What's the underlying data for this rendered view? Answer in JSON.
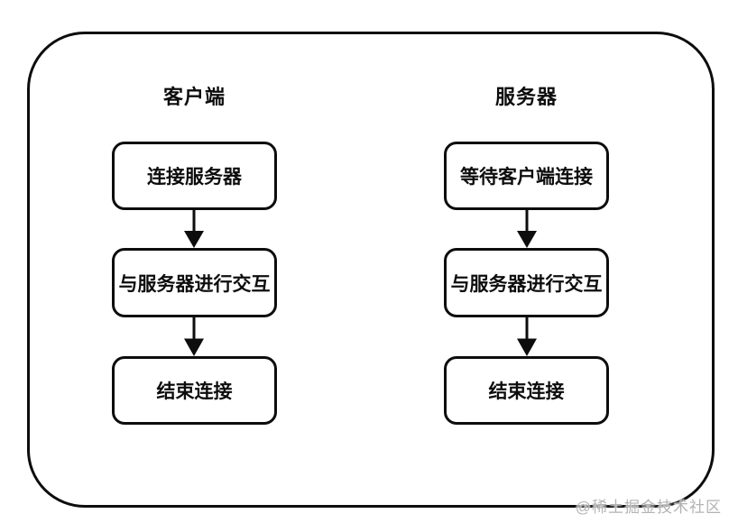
{
  "diagram": {
    "columns": [
      {
        "header": "客户端",
        "steps": [
          "连接服务器",
          "与服务器进行交互",
          "结束连接"
        ]
      },
      {
        "header": "服务器",
        "steps": [
          "等待客户端连接",
          "与服务器进行交互",
          "结束连接"
        ]
      }
    ],
    "watermark": "@稀土掘金技术社区",
    "colors": {
      "stroke": "#0d0d0d",
      "background": "#ffffff",
      "watermark": "#b3b3b3"
    }
  }
}
